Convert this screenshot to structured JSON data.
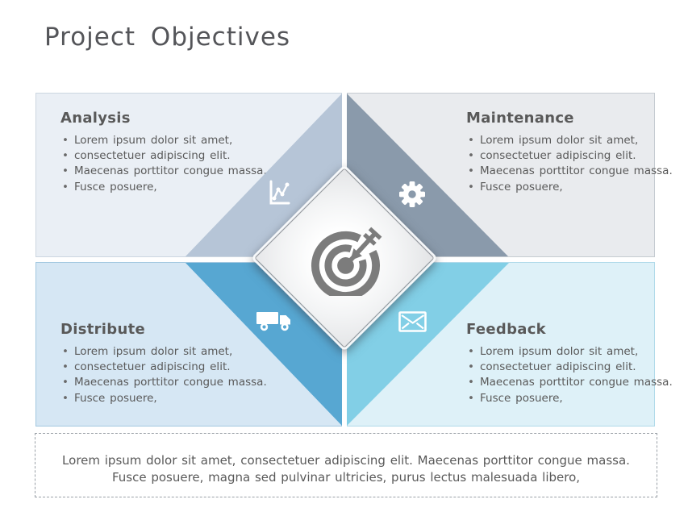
{
  "slide": {
    "title": "Project Objectives"
  },
  "quadrants": [
    {
      "id": "analysis",
      "title": "Analysis",
      "bullets": [
        "Lorem ipsum dolor sit amet,",
        "consectetuer adipiscing elit.",
        "Maecenas porttitor congue massa.",
        "Fusce posuere,"
      ],
      "icon": "line-chart-icon"
    },
    {
      "id": "maintenance",
      "title": "Maintenance",
      "bullets": [
        "Lorem ipsum dolor sit amet,",
        "consectetuer adipiscing elit.",
        "Maecenas porttitor congue massa.",
        "Fusce posuere,"
      ],
      "icon": "gear-icon"
    },
    {
      "id": "distribute",
      "title": "Distribute",
      "bullets": [
        "Lorem ipsum dolor sit amet,",
        "consectetuer adipiscing elit.",
        "Maecenas porttitor congue massa.",
        "Fusce posuere,"
      ],
      "icon": "truck-icon"
    },
    {
      "id": "feedback",
      "title": "Feedback",
      "bullets": [
        "Lorem ipsum dolor sit amet,",
        "consectetuer adipiscing elit.",
        "Maecenas porttitor congue massa.",
        "Fusce posuere,"
      ],
      "icon": "envelope-icon"
    }
  ],
  "center": {
    "icon": "target-icon"
  },
  "footer": {
    "line1": "Lorem ipsum dolor sit amet, consectetuer adipiscing elit. Maecenas porttitor congue massa.",
    "line2": "Fusce posuere, magna sed pulvinar ultricies, purus lectus malesuada libero,"
  },
  "colors": {
    "title_text": "#545559",
    "body_text": "#595959",
    "quad_bg": {
      "analysis": "#eaeff5",
      "maintenance": "#e9ebee",
      "distribute": "#d6e7f4",
      "feedback": "#def1f8"
    },
    "triangle": {
      "analysis": "#b6c5d7",
      "maintenance": "#8a9aab",
      "distribute": "#57a7d2",
      "feedback": "#82cfe6"
    },
    "icon": "#ffffff",
    "target": "#7c7c7c",
    "footer_border": "#9aa0a7"
  }
}
